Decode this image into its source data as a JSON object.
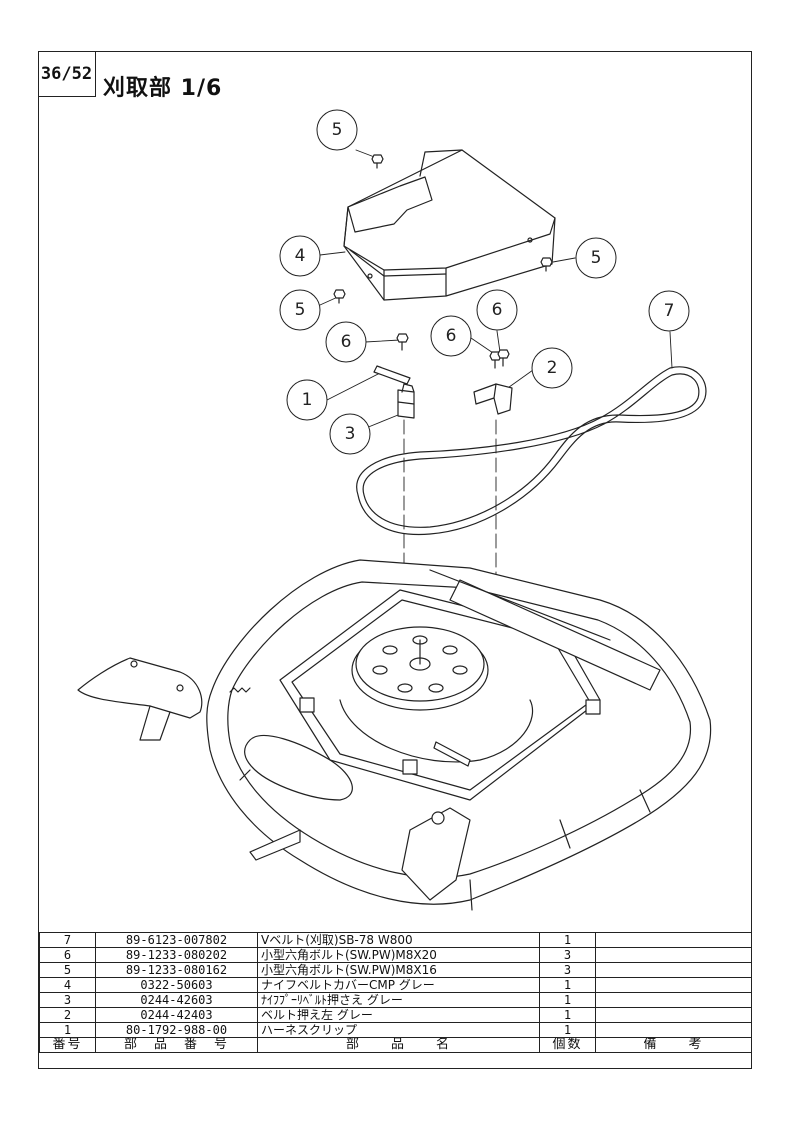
{
  "page": {
    "page_number": "36/52",
    "title": "刈取部 1/6"
  },
  "callouts": [
    {
      "number": "5"
    },
    {
      "number": "4"
    },
    {
      "number": "5"
    },
    {
      "number": "5"
    },
    {
      "number": "6"
    },
    {
      "number": "6"
    },
    {
      "number": "6"
    },
    {
      "number": "7"
    },
    {
      "number": "2"
    },
    {
      "number": "1"
    },
    {
      "number": "3"
    }
  ],
  "parts_table": {
    "headers": [
      "番号",
      "部　品　番　号",
      "部　　品　　名",
      "個数",
      "備　　考"
    ],
    "rows": [
      {
        "no": "7",
        "part_number": "89-6123-007802",
        "name": "Vベルト(刈取)SB-78 W800",
        "qty": "1",
        "note": ""
      },
      {
        "no": "6",
        "part_number": "89-1233-080202",
        "name": "小型六角ボルト(SW.PW)M8X20",
        "qty": "3",
        "note": ""
      },
      {
        "no": "5",
        "part_number": "89-1233-080162",
        "name": "小型六角ボルト(SW.PW)M8X16",
        "qty": "3",
        "note": ""
      },
      {
        "no": "4",
        "part_number": "0322-50603",
        "name": "ナイフベルトカバーCMP グレー",
        "qty": "1",
        "note": ""
      },
      {
        "no": "3",
        "part_number": "0244-42603",
        "name": "ﾅｲﾌﾌﾟｰﾘﾍﾞﾙﾄ押さえ グレー",
        "qty": "1",
        "note": ""
      },
      {
        "no": "2",
        "part_number": "0244-42403",
        "name": "ベルト押え左 グレー",
        "qty": "1",
        "note": ""
      },
      {
        "no": "1",
        "part_number": "80-1792-988-00",
        "name": "ハーネスクリップ",
        "qty": "1",
        "note": ""
      }
    ]
  }
}
